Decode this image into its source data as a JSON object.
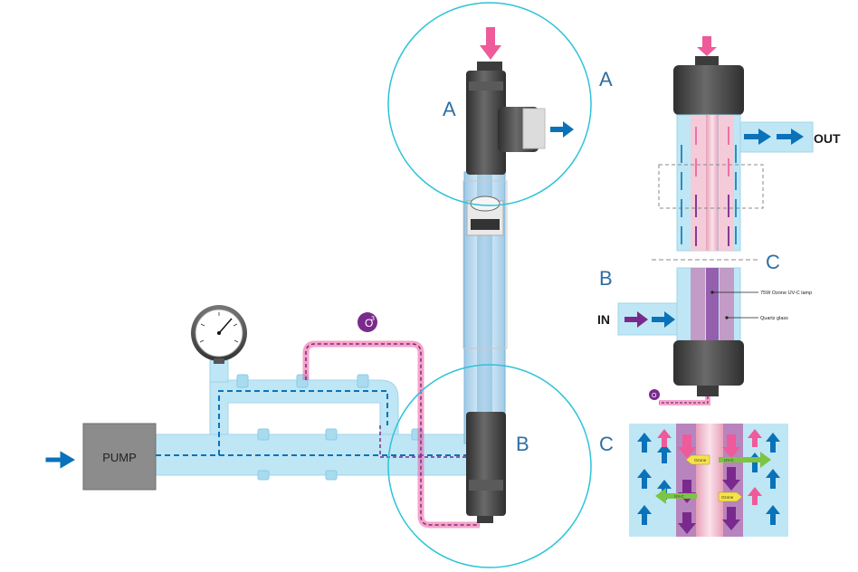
{
  "labels": {
    "pump": "PUMP",
    "ozone": "O",
    "ozone_sup": "3",
    "section_a_left": "A",
    "section_a_right": "A",
    "section_b_circle": "B",
    "section_b_detail": "B",
    "section_c_detail": "C",
    "section_c_bottom": "C",
    "out": "OUT",
    "in": "IN",
    "lamp": "75W Ozone UV-C lamp",
    "quartz": "Quartz glass",
    "ozone_bottom": "O",
    "tag_ozone": "Ozone",
    "tag_uvc": "UV-C"
  },
  "colors": {
    "water": "#bfe6f5",
    "water_edge": "#9fd4ea",
    "flow_blue": "#0a72b8",
    "ozone_pink": "#ee5a9a",
    "ozone_purple": "#7a2a8c",
    "circle": "#2cc3d8",
    "dark_plastic": "#4a4a4a",
    "pump_gray": "#8c8c8c",
    "lamp_pink": "#f5b8c8",
    "uvc_green": "#7cc443",
    "tag_yellow": "#f6e24a"
  }
}
